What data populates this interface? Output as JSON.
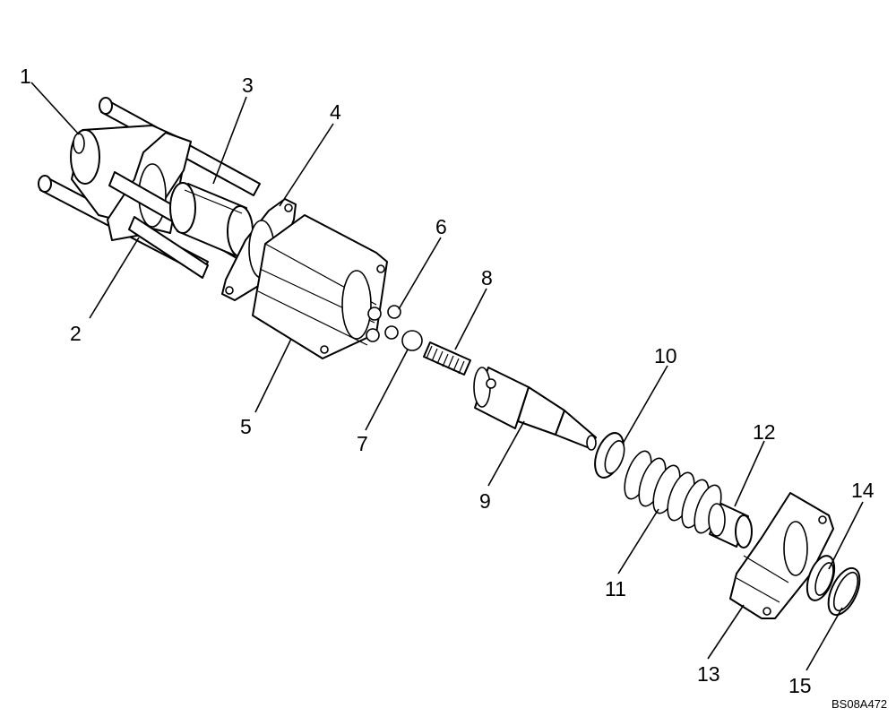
{
  "drawing_code": "BS08A472",
  "callouts": [
    "1",
    "2",
    "3",
    "4",
    "5",
    "6",
    "7",
    "8",
    "9",
    "10",
    "11",
    "12",
    "13",
    "14",
    "15"
  ]
}
